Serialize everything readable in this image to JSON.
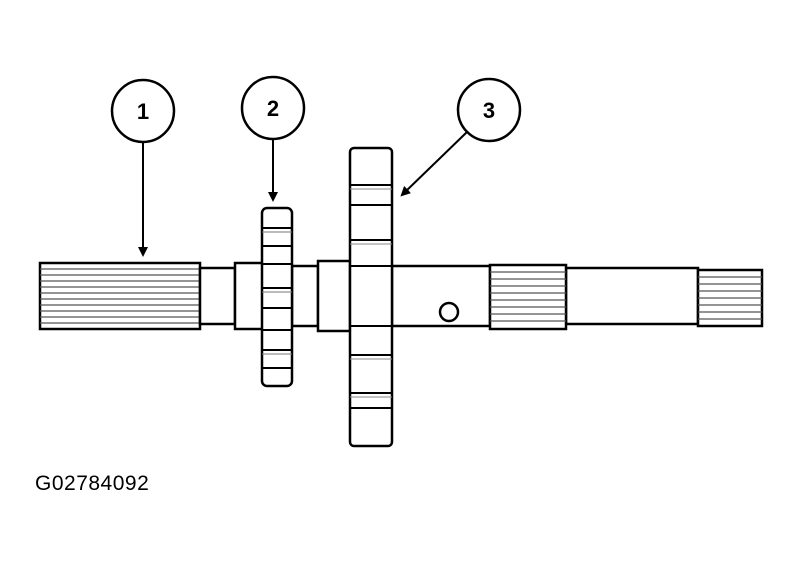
{
  "figure": {
    "id": "G02784092",
    "callouts": [
      {
        "number": "1",
        "part": "splined-input-end"
      },
      {
        "number": "2",
        "part": "small-gear"
      },
      {
        "number": "3",
        "part": "large-gear"
      }
    ]
  },
  "colors": {
    "line": "#000000",
    "shading": "#8a8a8a",
    "background": "#ffffff"
  }
}
